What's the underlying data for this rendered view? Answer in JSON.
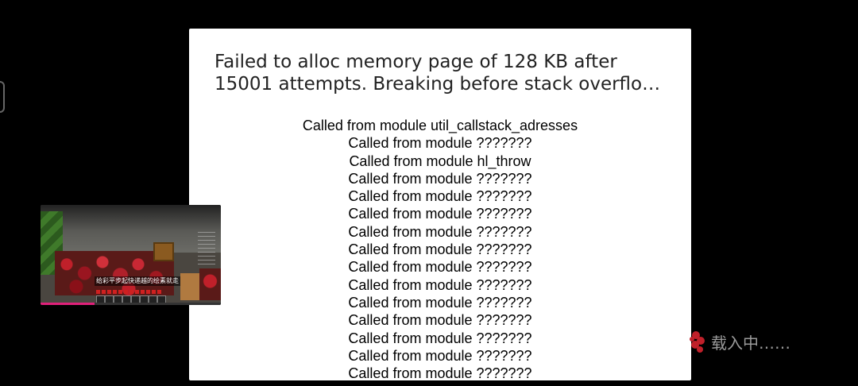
{
  "dialog": {
    "title_lines": [
      "Failed to alloc memory page of 128 KB after",
      "15001 attempts. Breaking before stack overflo…"
    ],
    "callstack": [
      "Called from module util_callstack_adresses",
      "Called from module ???????",
      "Called from module hl_throw",
      "Called from module ???????",
      "Called from module ???????",
      "Called from module ???????",
      "Called from module ???????",
      "Called from module ???????",
      "Called from module ???????",
      "Called from module ???????",
      "Called from module ???????",
      "Called from module ???????",
      "Called from module ???????",
      "Called from module ???????",
      "Called from module ???????"
    ]
  },
  "video_thumbnail": {
    "subtitle": "给彩平步起快递越的绘素就走",
    "progress": 0.3,
    "progress_color": "#e0207a"
  },
  "loading": {
    "text": "载入中……",
    "icon": "loading-icon",
    "icon_color": "#c0202a"
  }
}
